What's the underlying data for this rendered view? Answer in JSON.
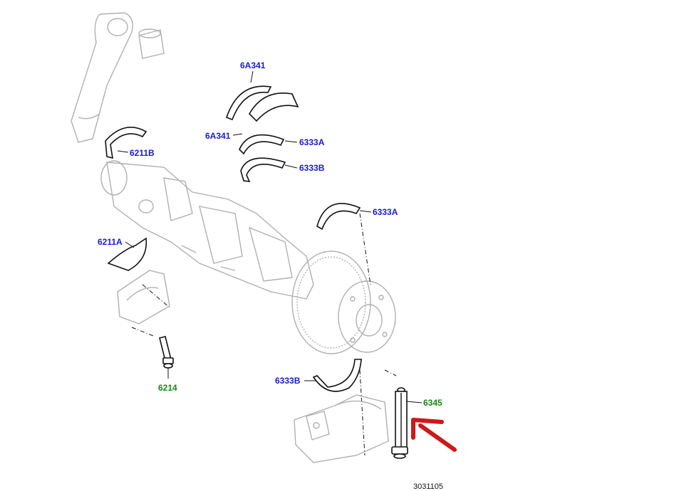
{
  "labels": {
    "bearing_upper_conrod": "6211B",
    "bearing_lower_conrod": "6211A",
    "thrust_washer_top": "6A341",
    "thrust_washer_bottom": "6A341",
    "main_bearing_upper_a": "6333A",
    "main_bearing_upper_b": "6333B",
    "main_bearing_right": "6333A",
    "main_bearing_lower": "6333B",
    "conrod_bolt": "6214",
    "main_cap_bolt": "6345"
  },
  "footer": {
    "diagram_id": "3031105"
  },
  "colors": {
    "part_blue": "#1a1ad0",
    "fastener_green": "#118a11",
    "annotation_red": "#cc1a1a"
  }
}
